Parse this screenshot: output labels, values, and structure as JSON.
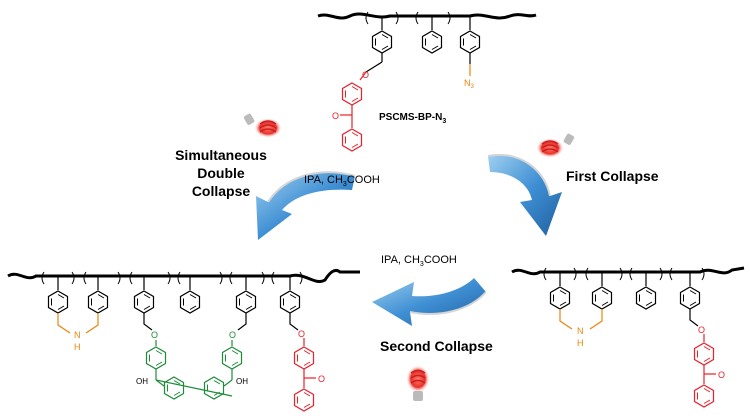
{
  "labels": {
    "polymer_name_prefix": "PSCMS-BP-N",
    "polymer_name_sub": "3",
    "azide_prefix": "N",
    "azide_sub": "3",
    "left_step_line1": "Simultaneous",
    "left_step_line2": "Double",
    "left_step_line3": "Collapse",
    "reagent_prefix": "IPA, CH",
    "reagent_sub": "3",
    "reagent_suffix": "COOH",
    "first_collapse": "First Collapse",
    "second_collapse": "Second Collapse",
    "nh": "N",
    "h": "H",
    "oxygen": "O",
    "hydroxyl": "OH"
  },
  "colors": {
    "backbone": "#000000",
    "amine": "#e8850c",
    "crosslink": "#1e8c3a",
    "benzophenone": "#e8212a",
    "arrow": "#2e7fc6",
    "bulb_glow": "#e8312a"
  }
}
